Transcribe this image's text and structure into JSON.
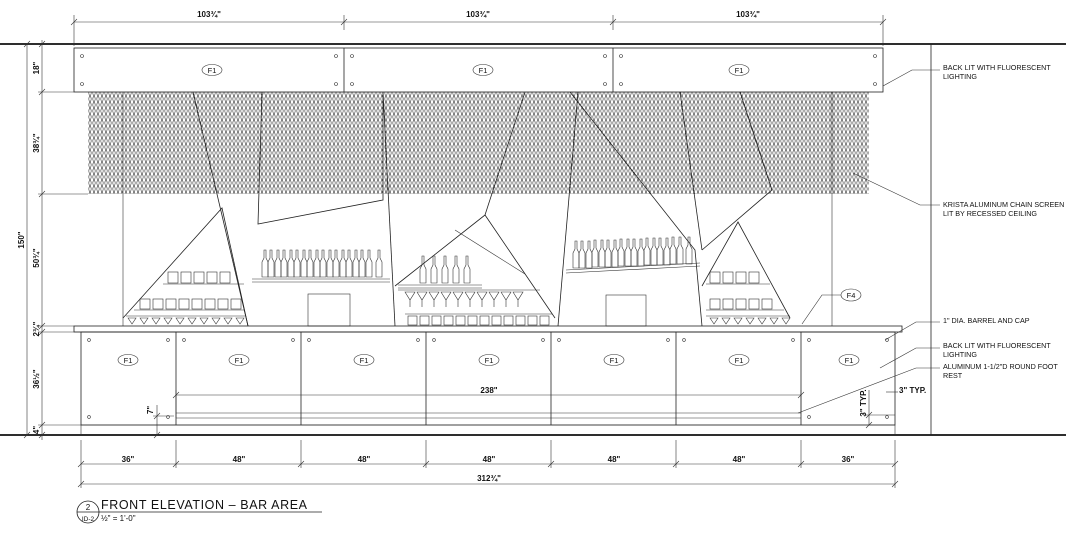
{
  "dimensions": {
    "top": [
      "103¾\"",
      "103¾\"",
      "103¾\""
    ],
    "bottom": [
      "36\"",
      "48\"",
      "48\"",
      "48\"",
      "48\"",
      "48\"",
      "36\""
    ],
    "overall_bottom": "312¾\"",
    "left_overall": "150\"",
    "left_stack": [
      "18\"",
      "38¾\"",
      "50¾\"",
      "2¾\"",
      "36½\"",
      "4\""
    ],
    "foot_rest_length": "238\"",
    "foot_rest_height": "7\"",
    "typ_vertical": "3\" TYP.",
    "typ_horizontal": "3\" TYP."
  },
  "finish_tags": {
    "soffit": [
      "F1",
      "F1",
      "F1"
    ],
    "bar_front": [
      "F1",
      "F1",
      "F1",
      "F1",
      "F1",
      "F1",
      "F1"
    ],
    "counter": "F4"
  },
  "notes": {
    "soffit_lighting": [
      "BACK LIT WITH FLUORESCENT",
      "LIGHTING"
    ],
    "chain_screen": [
      "KRISTA ALUMINUM CHAIN SCREEN",
      "LIT BY RECESSED CEILING"
    ],
    "barrel_cap": [
      "1\" DIA. BARREL AND CAP"
    ],
    "bar_lighting": [
      "BACK LIT WITH FLUORESCENT",
      "LIGHTING"
    ],
    "foot_rest": [
      "ALUMINUM 1-1/2\"D ROUND FOOT",
      "REST"
    ]
  },
  "title_block": {
    "detail_number": "2",
    "sheet_number": "ID-2",
    "title": "FRONT ELEVATION – BAR AREA",
    "scale": "½\" = 1'-0\""
  }
}
